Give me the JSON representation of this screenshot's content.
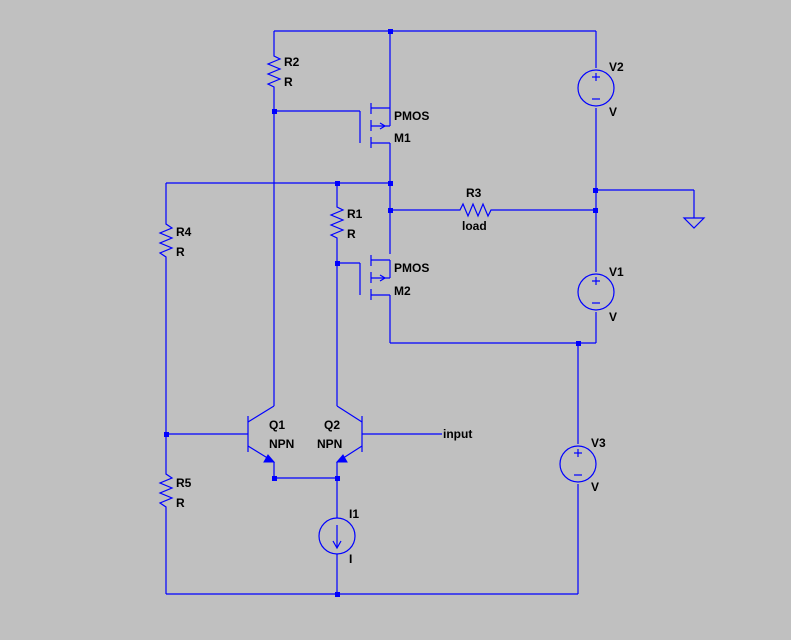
{
  "schematic": {
    "colors": {
      "background": "#c0c0c0",
      "wire": "#0000ff",
      "text": "#000000"
    },
    "components": {
      "R2": {
        "ref": "R2",
        "value": "R"
      },
      "R1": {
        "ref": "R1",
        "value": "R"
      },
      "R4": {
        "ref": "R4",
        "value": "R"
      },
      "R5": {
        "ref": "R5",
        "value": "R"
      },
      "R3": {
        "ref": "R3",
        "value": "load"
      },
      "M1": {
        "ref": "M1",
        "model": "PMOS"
      },
      "M2": {
        "ref": "M2",
        "model": "PMOS"
      },
      "Q1": {
        "ref": "Q1",
        "model": "NPN"
      },
      "Q2": {
        "ref": "Q2",
        "model": "NPN"
      },
      "V1": {
        "ref": "V1",
        "value": "V"
      },
      "V2": {
        "ref": "V2",
        "value": "V"
      },
      "V3": {
        "ref": "V3",
        "value": "V"
      },
      "I1": {
        "ref": "I1",
        "value": "I"
      }
    },
    "net_labels": {
      "input": "input"
    }
  }
}
